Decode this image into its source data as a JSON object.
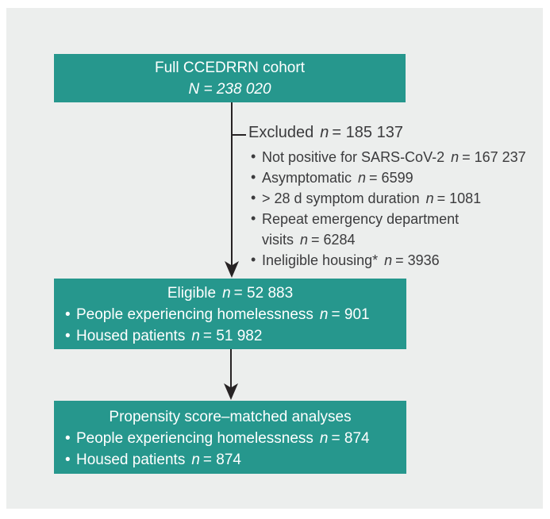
{
  "figure": {
    "type": "cohort-flow-diagram"
  },
  "colors": {
    "box_fill": "#26978D",
    "box_text": "#FFFFFF",
    "panel_bg": "#ECEEED",
    "frame_bg": "#FFFFFF",
    "text": "#3B3B3D",
    "line": "#272324"
  },
  "bullet_glyph": "•",
  "boxes": {
    "cohort": {
      "title": "Full CCEDRRN cohort",
      "n_line": "N = 238 020"
    },
    "eligible": {
      "title_pre": "Eligible",
      "title_n": "n",
      "title_val": "= 52 883",
      "items": [
        {
          "pre": "People experiencing homelessness",
          "n": "n",
          "val": "= 901"
        },
        {
          "pre": "Housed patients",
          "n": "n",
          "val": "= 51 982"
        }
      ]
    },
    "matched": {
      "title": "Propensity score–matched analyses",
      "items": [
        {
          "pre": "People experiencing homelessness",
          "n": "n",
          "val": "= 874"
        },
        {
          "pre": "Housed patients",
          "n": "n",
          "val": "= 874"
        }
      ]
    }
  },
  "excluded": {
    "label": "Excluded",
    "n": "n",
    "val": "= 185 137",
    "items": [
      {
        "pre": "Not positive for SARS-CoV-2",
        "n": "n",
        "val": "= 167 237"
      },
      {
        "pre": "Asymptomatic",
        "n": "n",
        "val": "= 6599"
      },
      {
        "pre": "> 28 d symptom duration",
        "n": "n",
        "val": "= 1081"
      },
      {
        "pre": "Repeat emergency department",
        "pre2": "visits",
        "n": "n",
        "val": "= 6284"
      },
      {
        "pre": "Ineligible housing*",
        "n": "n",
        "val": "= 3936"
      }
    ]
  }
}
